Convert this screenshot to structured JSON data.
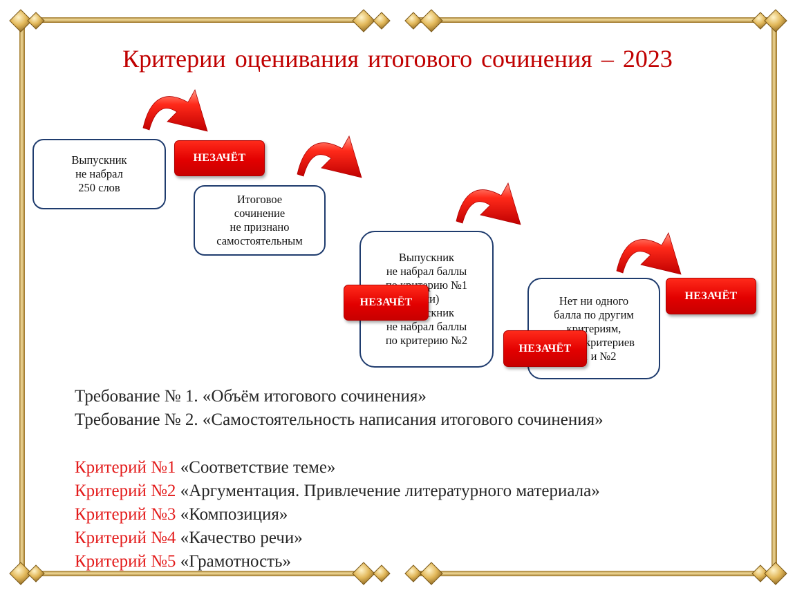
{
  "title": "Критерии оценивания  итогового сочинения – 2023",
  "badge_label": "НЕЗАЧЁТ",
  "boxes": [
    "Выпускник\nне набрал\n250 слов",
    "Итоговое\nсочинение\nне признано\nсамостоятельным",
    "Выпускник\nне набрал баллы\nпо критерию №1\n(или)\nВыпускник\nне набрал баллы\nпо критерию №2",
    "Нет ни одного\nбалла по другим\nкритериям,\nкроме критериев\n№1 и №2"
  ],
  "requirements": [
    "Требование № 1. «Объём итогового сочинения»",
    "Требование № 2. «Самостоятельность написания итогового сочинения»"
  ],
  "criteria": [
    {
      "num": "Критерий №1",
      "text": " «Соответствие теме»"
    },
    {
      "num": "Критерий №2",
      "text": " «Аргументация.  Привлечение литературного материала»"
    },
    {
      "num": "Критерий №3",
      "text": " «Композиция»"
    },
    {
      "num": "Критерий №4",
      "text": " «Качество речи»"
    },
    {
      "num": "Критерий №5",
      "text": " «Грамотность»"
    }
  ],
  "colors": {
    "title": "#c00000",
    "criterion_number": "#e31b1b",
    "badge": "#e20000",
    "box_border": "#1f3c6e",
    "frame": "#d8b566"
  }
}
